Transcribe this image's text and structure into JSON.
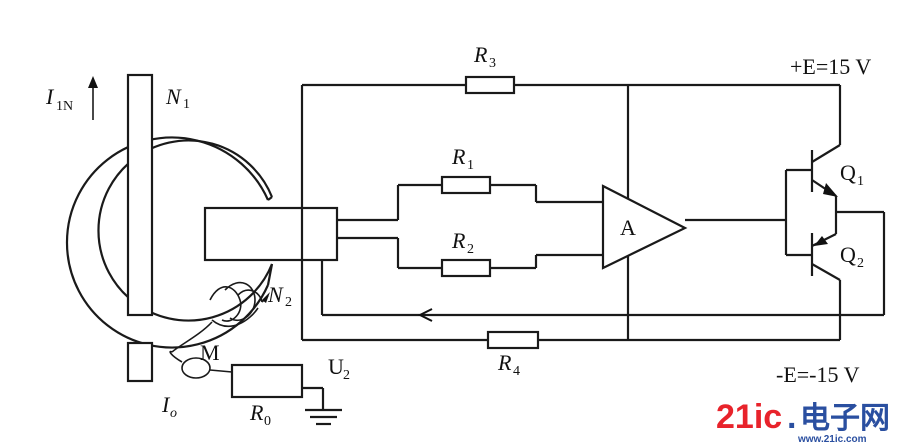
{
  "labels": {
    "i_in": "I",
    "i_in_sub": "1N",
    "n1": "N",
    "n1_sub": "1",
    "n2": "N",
    "n2_sub": "2",
    "m": "M",
    "i_o": "I",
    "i_o_sub": "o",
    "r0": "R",
    "r0_sub": "0",
    "u2": "U",
    "u2_sub": "2",
    "r1": "R",
    "r1_sub": "1",
    "r2": "R",
    "r2_sub": "2",
    "r3": "R",
    "r3_sub": "3",
    "r4": "R",
    "r4_sub": "4",
    "amp": "A",
    "q1": "Q",
    "q1_sub": "1",
    "q2": "Q",
    "q2_sub": "2",
    "pos_supply": "+E=15 V",
    "neg_supply": "-E=-15 V"
  },
  "watermark": {
    "num": "21ic",
    "dot": ".",
    "cn": "电子网",
    "url": "www.21ic.com",
    "num_color": "#e8232b",
    "cn_color": "#2a4fa0"
  }
}
